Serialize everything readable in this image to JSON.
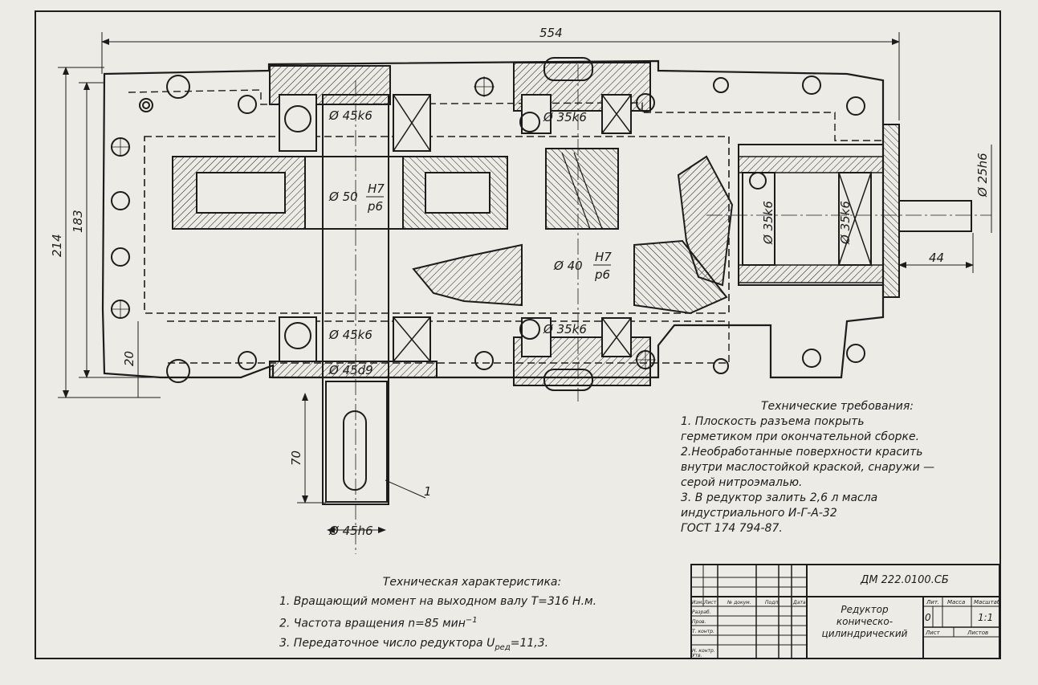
{
  "dimensions": {
    "overall_length": "554",
    "overall_height": "214",
    "frame_height": "183",
    "base_thickness": "20",
    "output_shaft_length": "70",
    "input_shaft_length": "44",
    "input_shaft_diameter": "Ø 25h6",
    "output_shaft_diameter": "Ø 45h6",
    "bearing_upper_output": "Ø 45k6",
    "bearing_lower_output": "Ø 45k6",
    "seal_output": "Ø 45d9",
    "gear_fit_output": "Ø 50",
    "gear_fit_output_num": "H7",
    "gear_fit_output_den": "p6",
    "bearing_upper_intermediate": "Ø 35k6",
    "bearing_lower_intermediate": "Ø 35k6",
    "gear_fit_intermediate": "Ø 40",
    "gear_fit_intermediate_num": "H7",
    "gear_fit_intermediate_den": "p6",
    "bearing_input_left": "Ø 35k6",
    "bearing_input_right": "Ø 35k6",
    "part_callout": "1"
  },
  "tech_requirements": {
    "title": "Технические требования:",
    "line1": "1. Плоскость разъема покрыть",
    "line2": "герметиком при окончательной сборке.",
    "line3": "2.Необработанные поверхности красить",
    "line4": "внутри маслостойкой краской, снаружи —",
    "line5": "серой нитроэмалью.",
    "line6": "3. В редуктор залить 2,6 л масла",
    "line7": "индустриального И-Г-А-32",
    "line8": "ГОСТ 174 794-87."
  },
  "tech_characteristics": {
    "title": "Техническая характеристика:",
    "line1": "1. Вращающий момент на выходном валу Т=316 Н.м.",
    "line2": "2. Частота вращения n=85 мин",
    "line2_sup": "−1",
    "line3": "3. Передаточное число редуктора U",
    "line3_sub": "ред",
    "line3_tail": "=11,3."
  },
  "title_block": {
    "designation": "ДМ 222.0100.СБ",
    "name_line1": "Редуктор",
    "name_line2": "коническо-",
    "name_line3": "цилиндрический",
    "col_izm": "Изм.",
    "col_list": "Лист",
    "col_doc": "№ докум.",
    "col_sign": "Подп.",
    "col_date": "Дата",
    "row_razrab": "Разраб.",
    "row_prov": "Пров.",
    "row_tkontr": "Т. контр.",
    "row_nkontr": "Н. контр.",
    "row_utv": "Утв.",
    "lit_label": "Лит.",
    "mass_label": "Масса",
    "scale_label": "Масштаб",
    "lit_value": "0",
    "scale_value": "1:1",
    "sheet_label": "Лист",
    "sheets_label": "Листов"
  },
  "colors": {
    "paper": "#ecebe6",
    "ink": "#1c1c1c"
  }
}
